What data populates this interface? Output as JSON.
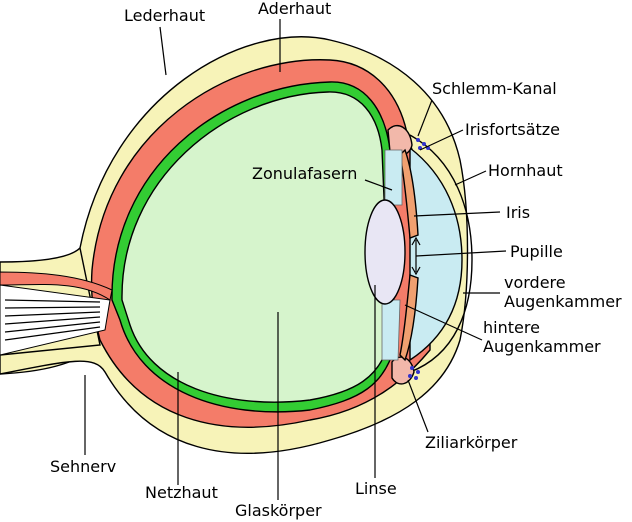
{
  "labels": {
    "lederhaut": "Lederhaut",
    "aderhaut": "Aderhaut",
    "schlemm": "Schlemm-Kanal",
    "irisfortsaetze": "Irisfortsätze",
    "hornhaut": "Hornhaut",
    "zonulafasern": "Zonulafasern",
    "iris": "Iris",
    "pupille": "Pupille",
    "vordere_1": "vordere",
    "vordere_2": "Augenkammer",
    "hintere_1": "hintere",
    "hintere_2": "Augenkammer",
    "ziliarkoerper": "Ziliarkörper",
    "sehnerv": "Sehnerv",
    "netzhaut": "Netzhaut",
    "glaskoerper": "Glaskörper",
    "linse": "Linse"
  },
  "colors": {
    "sclera": "#f7f3b8",
    "choroid": "#f47c69",
    "retina": "#33cc33",
    "vitreous": "#d6f4cc",
    "cornea_chamber": "#c9ebf2",
    "lens": "#e8e6f4",
    "iris": "#f0a070",
    "ciliary": "#f2b8aa",
    "schlemm_dots": "#3333cc"
  }
}
